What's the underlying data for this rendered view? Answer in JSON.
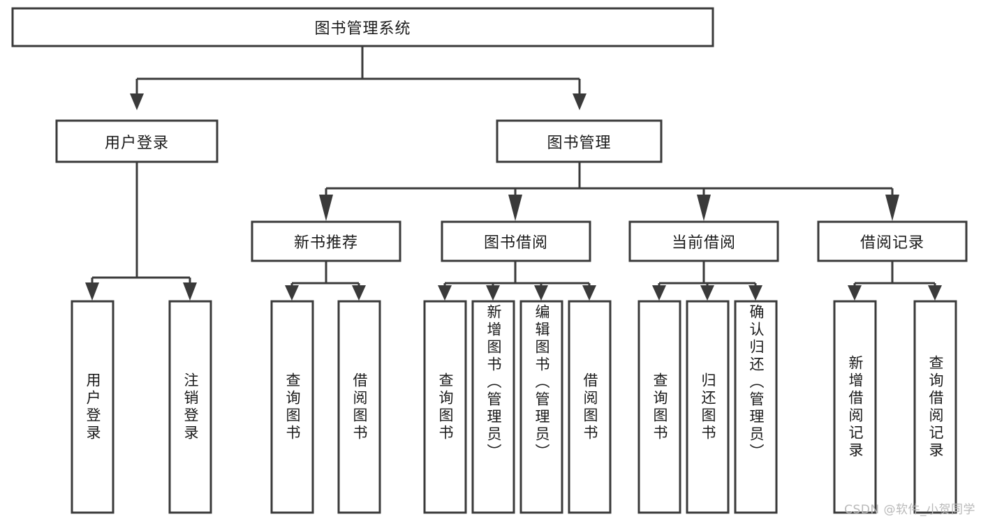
{
  "diagram": {
    "title": "图书管理系统",
    "type": "tree",
    "orientation": "top-down",
    "colors": {
      "box_stroke": "#3a3a3a",
      "box_fill": "#ffffff",
      "connector": "#3a3a3a",
      "text": "#1a1a1a",
      "watermark": "#b9b9b9",
      "background": "#ffffff"
    },
    "root": {
      "id": "root",
      "label": "图书管理系统",
      "orientation": "horizontal"
    },
    "level2": [
      {
        "id": "user-login",
        "label": "用户登录",
        "orientation": "horizontal",
        "children": [
          {
            "id": "user-login-do",
            "label": "用户登录",
            "orientation": "vertical"
          },
          {
            "id": "user-logout",
            "label": "注销登录",
            "orientation": "vertical"
          }
        ]
      },
      {
        "id": "book-manage",
        "label": "图书管理",
        "orientation": "horizontal",
        "children": [
          {
            "id": "new-book-rec",
            "label": "新书推荐",
            "orientation": "horizontal",
            "children": [
              {
                "id": "rec-query-book",
                "label": "查询图书",
                "orientation": "vertical"
              },
              {
                "id": "rec-borrow-book",
                "label": "借阅图书",
                "orientation": "vertical"
              }
            ]
          },
          {
            "id": "book-borrow",
            "label": "图书借阅",
            "orientation": "horizontal",
            "children": [
              {
                "id": "borrow-query-book",
                "label": "查询图书",
                "orientation": "vertical"
              },
              {
                "id": "borrow-add-book",
                "label": "新增图书（管理员）",
                "orientation": "vertical"
              },
              {
                "id": "borrow-edit-book",
                "label": "编辑图书（管理员）",
                "orientation": "vertical"
              },
              {
                "id": "borrow-borrow-book",
                "label": "借阅图书",
                "orientation": "vertical"
              }
            ]
          },
          {
            "id": "current-borrow",
            "label": "当前借阅",
            "orientation": "horizontal",
            "children": [
              {
                "id": "cur-query-book",
                "label": "查询图书",
                "orientation": "vertical"
              },
              {
                "id": "cur-return-book",
                "label": "归还图书",
                "orientation": "vertical"
              },
              {
                "id": "cur-confirm-return",
                "label": "确认归还（管理员）",
                "orientation": "vertical"
              }
            ]
          },
          {
            "id": "borrow-record",
            "label": "借阅记录",
            "orientation": "horizontal",
            "children": [
              {
                "id": "rec-add-record",
                "label": "新增借阅记录",
                "orientation": "vertical"
              },
              {
                "id": "rec-query-record",
                "label": "查询借阅记录",
                "orientation": "vertical"
              }
            ]
          }
        ]
      }
    ]
  },
  "watermark": {
    "text": "CSDN @软件_小贺同学"
  }
}
